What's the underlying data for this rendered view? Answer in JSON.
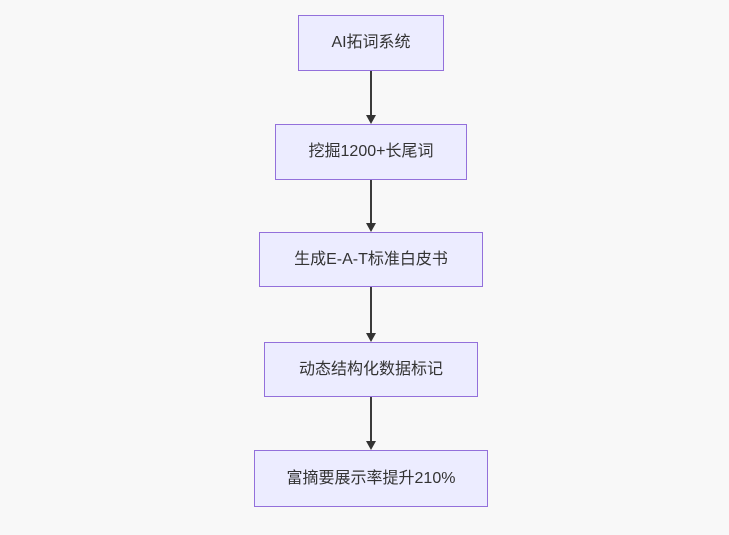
{
  "diagram": {
    "type": "flowchart",
    "direction": "top-to-bottom",
    "colors": {
      "background": "#f8f8f8",
      "node_fill": "#ececff",
      "node_border": "#9370db",
      "edge": "#333333",
      "text": "#333333"
    },
    "nodes": [
      {
        "label": "AI拓词系统"
      },
      {
        "label": "挖掘1200+长尾词"
      },
      {
        "label": "生成E-A-T标准白皮书"
      },
      {
        "label": "动态结构化数据标记"
      },
      {
        "label": "富摘要展示率提升210%"
      }
    ],
    "edges": [
      {
        "from": "AI拓词系统",
        "to": "挖掘1200+长尾词"
      },
      {
        "from": "挖掘1200+长尾词",
        "to": "生成E-A-T标准白皮书"
      },
      {
        "from": "生成E-A-T标准白皮书",
        "to": "动态结构化数据标记"
      },
      {
        "from": "动态结构化数据标记",
        "to": "富摘要展示率提升210%"
      }
    ]
  }
}
